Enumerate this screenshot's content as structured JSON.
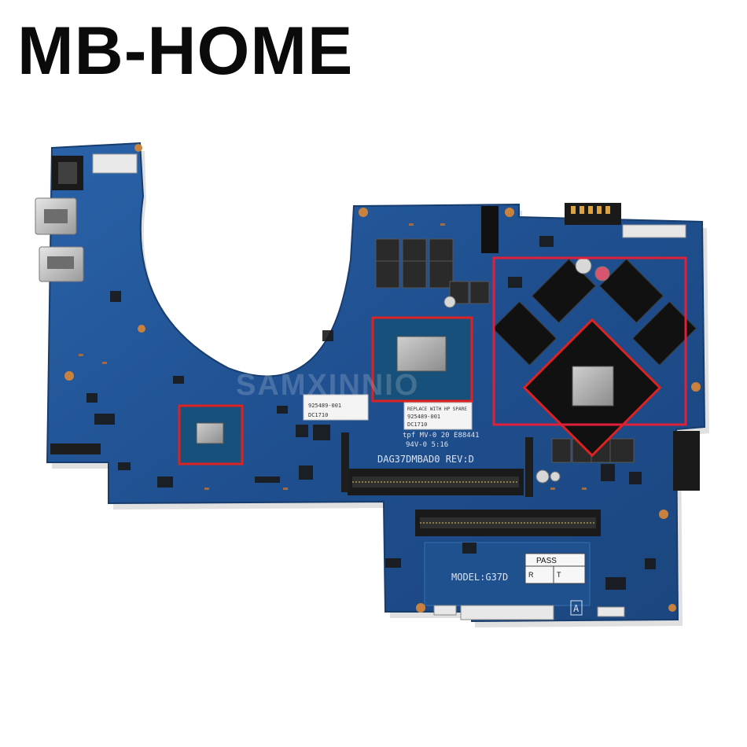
{
  "brand": {
    "title": "MB-HOME"
  },
  "board": {
    "watermark": "SAMXINNIO",
    "board_code": "DAG37DMBAD0 REV:D",
    "model": "MODEL:G37D",
    "label_top_line": "REPLACE WITH HP SPARE",
    "label_part_no": "925489-001",
    "label_date": "DC1710",
    "label_left_part": "925489-001",
    "label_left_date": "DC1710",
    "mfg_line1": "tpf MV-0 20 E88441",
    "mfg_line2": "94V-0 5:16",
    "pass_card": {
      "title": "PASS",
      "col_left": "R",
      "col_right": "T"
    },
    "corner_mark": "A"
  },
  "colors": {
    "pcb_blue": "#1f4f8f",
    "highlight_red": "#e0203a",
    "chip_grey": "#a7a7a7"
  }
}
